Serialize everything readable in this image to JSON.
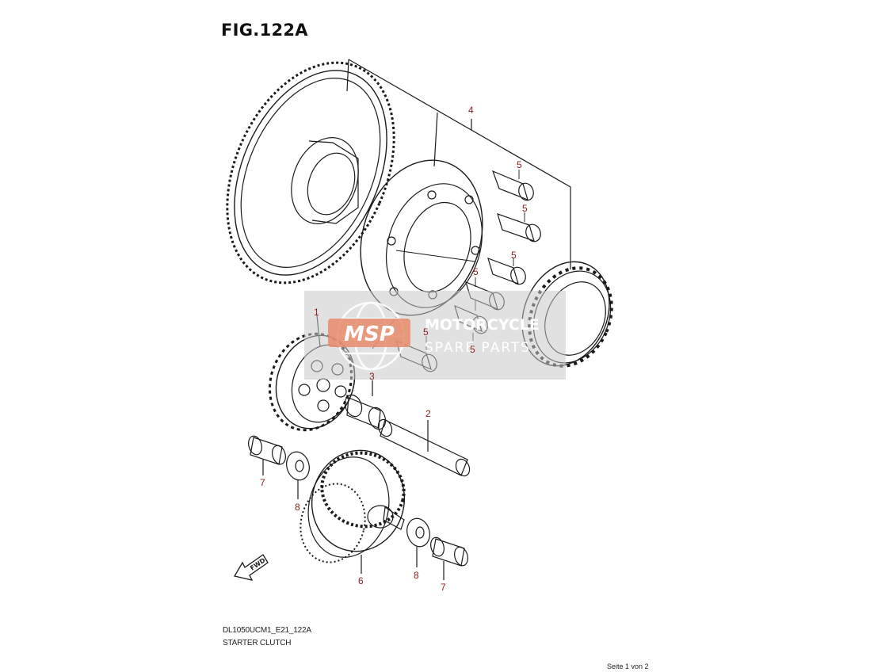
{
  "figure": {
    "title": "FIG.122A",
    "code": "DL1050UCM1_E21_122A",
    "caption": "STARTER CLUTCH",
    "page_number": "Seite 1 von 2"
  },
  "callouts": {
    "c1": "1",
    "c2": "2",
    "c3": "3",
    "c4": "4",
    "c5a": "5",
    "c5b": "5",
    "c5c": "5",
    "c5d": "5",
    "c5e": "5",
    "c5f": "5",
    "c6": "6",
    "c7a": "7",
    "c7b": "7",
    "c8a": "8",
    "c8b": "8"
  },
  "watermark": {
    "logo": "MSP",
    "line1": "MOTORCYCLE",
    "line2": "SPARE PARTS"
  },
  "fwd_label": "FWD",
  "colors": {
    "callout": "#8b2020",
    "watermark_band": "#c8c8c8",
    "watermark_logo": "#e8896a",
    "line": "#1a1a1a"
  }
}
